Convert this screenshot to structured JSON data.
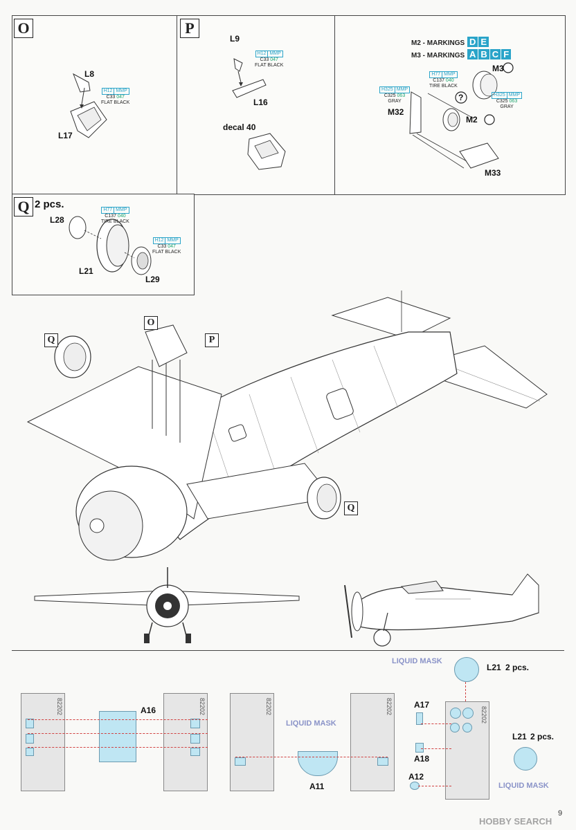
{
  "page_number": "9",
  "watermark": "HOBBY SEARCH",
  "steps": {
    "O": {
      "letter": "O",
      "parts": [
        "L8",
        "L17"
      ],
      "paint": {
        "h": "H12",
        "mmp": "MMP",
        "c": "C33",
        "code": "047",
        "name": "FLAT BLACK"
      }
    },
    "P": {
      "letter": "P",
      "parts": [
        "L9",
        "L16"
      ],
      "decal": "decal 40",
      "paint": {
        "h": "H12",
        "mmp": "MMP",
        "c": "C33",
        "code": "047",
        "name": "FLAT BLACK"
      }
    },
    "R": {
      "markings": [
        {
          "label": "M2 - MARKINGS",
          "letters": [
            "D",
            "E"
          ]
        },
        {
          "label": "M3 - MARKINGS",
          "letters": [
            "A",
            "B",
            "C",
            "F"
          ]
        }
      ],
      "parts": [
        "M3",
        "M2",
        "M32",
        "M33"
      ],
      "paint_tire": {
        "h": "H77",
        "mmp": "MMP",
        "c": "C137",
        "code": "040",
        "name": "TIRE BLACK"
      },
      "paint_gray_left": {
        "h": "H325",
        "mmp": "MMP",
        "c": "C325",
        "code": "063",
        "name": "GRAY"
      },
      "paint_gray_right": {
        "h": "H325",
        "mmp": "MMP",
        "c": "C325",
        "code": "063",
        "name": "GRAY"
      },
      "question": "?"
    },
    "Q": {
      "letter": "Q",
      "qty": "2 pcs.",
      "parts": [
        "L28",
        "L21",
        "L29"
      ],
      "paint_tire": {
        "h": "H77",
        "mmp": "MMP",
        "c": "C137",
        "code": "040",
        "name": "TIRE BLACK"
      },
      "paint_black": {
        "h": "H12",
        "mmp": "MMP",
        "c": "C33",
        "code": "047",
        "name": "FLAT BLACK"
      }
    }
  },
  "callouts": [
    "O",
    "P",
    "Q",
    "Q"
  ],
  "masks": {
    "sheet_code": "82202",
    "labels": [
      "A16",
      "A11",
      "A17",
      "A18",
      "A12"
    ],
    "liquid_mask": "LIQUID MASK",
    "l21_label": "L21",
    "l21_qty": "2 pcs."
  }
}
